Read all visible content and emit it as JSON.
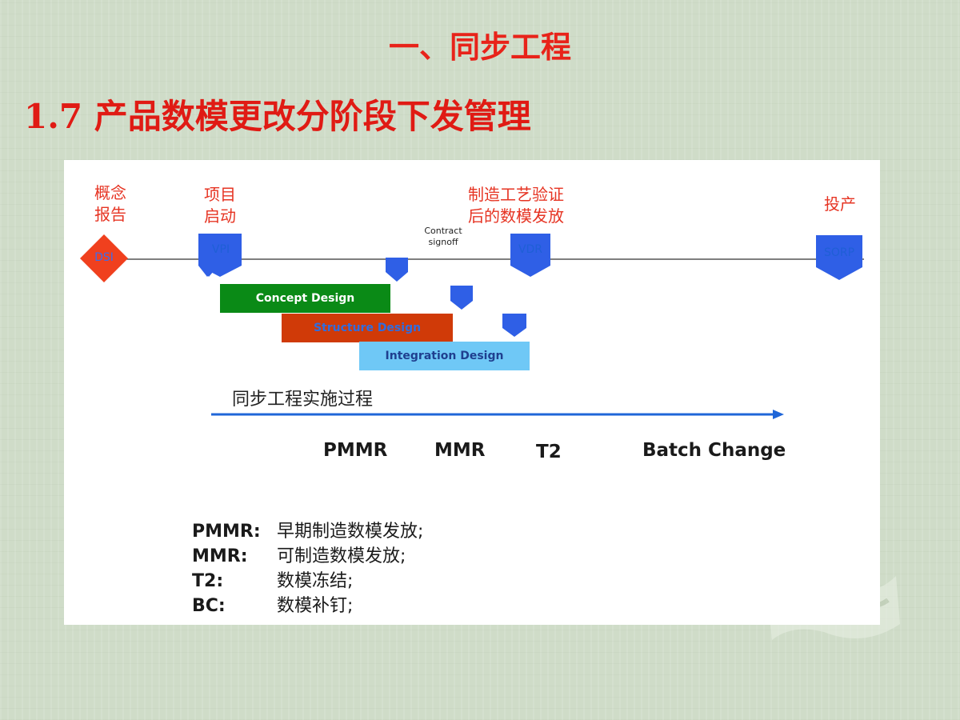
{
  "header": {
    "section_title": "一、同步工程",
    "page_title": "1.7  产品数模更改分阶段下发管理"
  },
  "diagram": {
    "milestones": [
      {
        "label": "概念\n报告",
        "marker_text": "DSI"
      },
      {
        "label": "项目\n启动",
        "marker_text": "VPI"
      },
      {
        "label": "制造工艺验证\n后的数模发放",
        "marker_text": "VDR"
      },
      {
        "label": "投产",
        "marker_text": "SORP"
      }
    ],
    "contract_label": "Contract\nsignoff",
    "phases": [
      {
        "label": "Concept Design",
        "color": "#0a8a16",
        "text_color": "#ffffff"
      },
      {
        "label": "Structure Design",
        "color": "#d03a08",
        "text_color": "#2f6de0"
      },
      {
        "label": "Integration Design",
        "color": "#6fc8f6",
        "text_color": "#1f3f8f"
      }
    ],
    "process_label": "同步工程实施过程",
    "stages": [
      "PMMR",
      "MMR",
      "T2",
      "Batch Change"
    ],
    "legend": [
      {
        "key": "PMMR:",
        "desc": "早期制造数模发放;"
      },
      {
        "key": "MMR:",
        "desc": "可制造数模发放;"
      },
      {
        "key": "T2:",
        "desc": "数模冻结;"
      },
      {
        "key": "BC:",
        "desc": "数模补钉;"
      }
    ],
    "colors": {
      "title_red": "#e8231a",
      "milestone_blue": "#2f5fe6",
      "dsi_red": "#f0401e",
      "arrow_blue": "#1f66d8"
    }
  }
}
